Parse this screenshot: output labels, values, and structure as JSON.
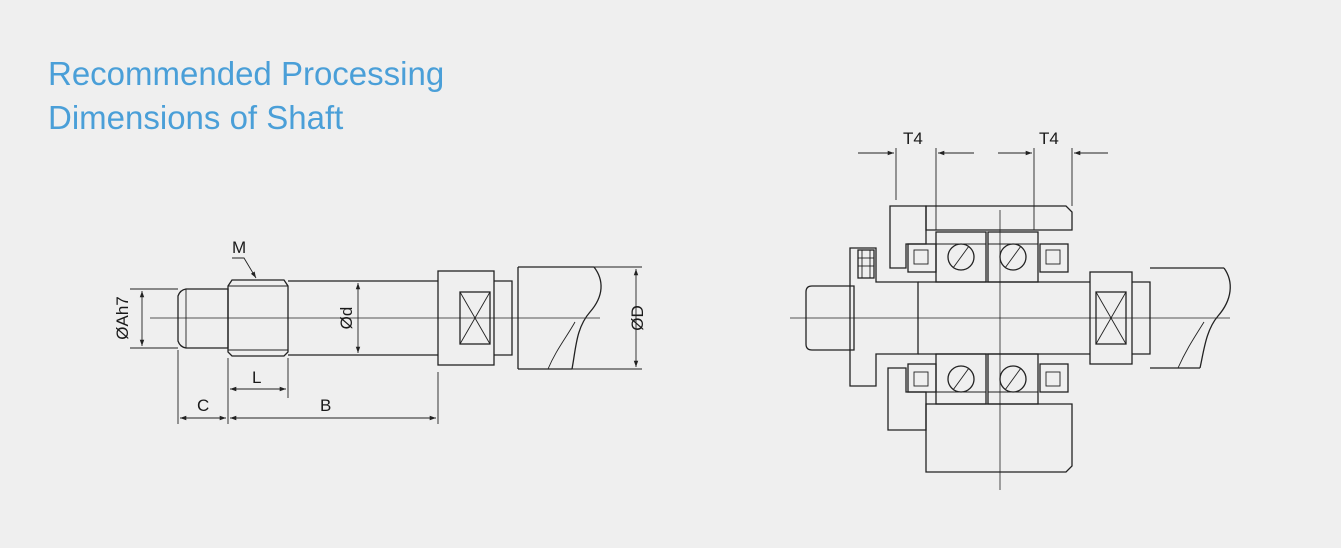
{
  "title": {
    "line1": "Recommended Processing",
    "line2": "Dimensions of Shaft"
  },
  "labels": {
    "M": "M",
    "A": "ØAh7",
    "d": "Ød",
    "D": "ØD",
    "L": "L",
    "C": "C",
    "B": "B",
    "T4_left": "T4",
    "T4_right": "T4"
  },
  "colors": {
    "title": "#4a9fd8",
    "line": "#222222",
    "background": "#efefef"
  }
}
